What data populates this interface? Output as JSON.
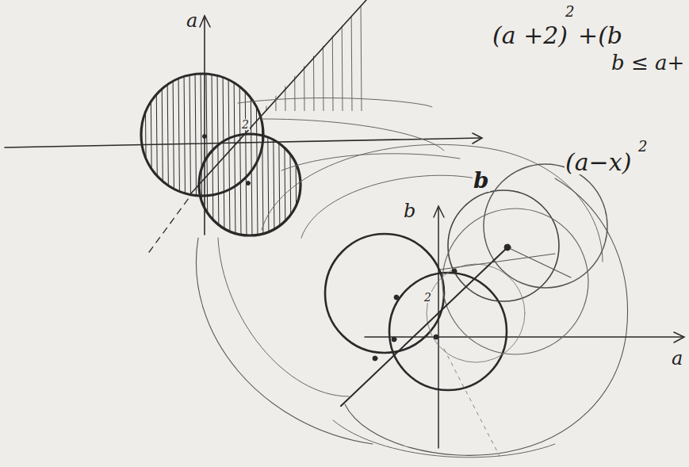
{
  "diagram": {
    "labels": [
      "a",
      "2",
      "(a +2)",
      "2",
      "+(b",
      "b ≤ a+",
      "(a−x)",
      "2",
      "b",
      "b",
      "2",
      "a"
    ]
  }
}
